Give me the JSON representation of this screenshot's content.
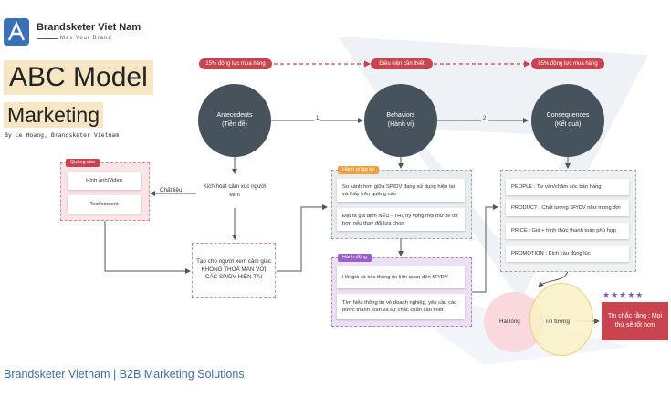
{
  "brand": {
    "name": "Brandsketer Viet Nam",
    "tagline": "Max Your Brand",
    "logo_icon": "brandsketer-logo-icon"
  },
  "title": {
    "line1": "ABC Model",
    "line2": "Marketing"
  },
  "byline": "By Le Hoang, Brandsketer Vietnam",
  "top_labels": {
    "left": "15% động lực mua hàng",
    "middle": "Điều kiện cần thiết",
    "right": "85% động lực mua hàng"
  },
  "circles": {
    "antecedents": {
      "title": "Antecedents",
      "sub": "(Tiền đề)"
    },
    "behaviors": {
      "title": "Behaviors",
      "sub": "(Hành vi)"
    },
    "consequences": {
      "title": "Consequences",
      "sub": "(Kết quả)"
    }
  },
  "arrow_numbers": {
    "one": "1",
    "two": "2"
  },
  "ads": {
    "tag": "Quảng cáo",
    "items": [
      "Hình ảnh/Video",
      "Text/content"
    ],
    "arrow_label": "Chất liệu"
  },
  "stimulate": "Kích hoạt cảm xúc người xem",
  "feeling": "Tạo cho người xem cảm giác KHÔNG THOẢ MÃN VỚI CÁC SP/DV HIỆN TẠI",
  "behavior_groups": {
    "recognize": {
      "tag": "Hành vi lặp lại",
      "items": [
        "So sánh hơn giữa SP/DV đang sử dụng hiện tại và thấy trên quảng cáo",
        "Đặt ra giả định NẾU - THÌ, hy vọng mọi thứ sẽ tốt hơn nếu thay đổi lựa chọn"
      ]
    },
    "action": {
      "tag": "Hành động",
      "items": [
        "Hỏi giá và các thông tin liên quan đến SP/DV",
        "Tìm hiểu thông tin về doanh nghiệp, yêu cầu các bước thanh toán và sự chắc chắn cần thiết"
      ]
    }
  },
  "consequence_items": [
    "PEOPLE : Tư vấn/chăm sóc bán hàng",
    "PRODUCT : Chất lượng SP/DV như mong đợi",
    "PRICE : Giá + hình thức thanh toán phù hợp",
    "PROMOTION : Kích cầu đúng lúc"
  ],
  "venn": {
    "left": "Hài lòng",
    "right": "Tin tưởng"
  },
  "result": {
    "text": "Tin chắc rằng : Mọi thứ sẽ tốt hơn",
    "stars": "★★★★★"
  },
  "footer": "Brandsketer Vietnam | B2B Marketing Solutions",
  "colors": {
    "accent_red": "#c9444f",
    "circle_gray": "#46525c",
    "brand_blue": "#3b6fb6",
    "pink_bg": "#fbe4e6",
    "orange_tag": "#f0a243",
    "purple_tag": "#9b5fc8",
    "venn_pink": "#f9d7db",
    "venn_yellow": "#fbf1c9"
  }
}
